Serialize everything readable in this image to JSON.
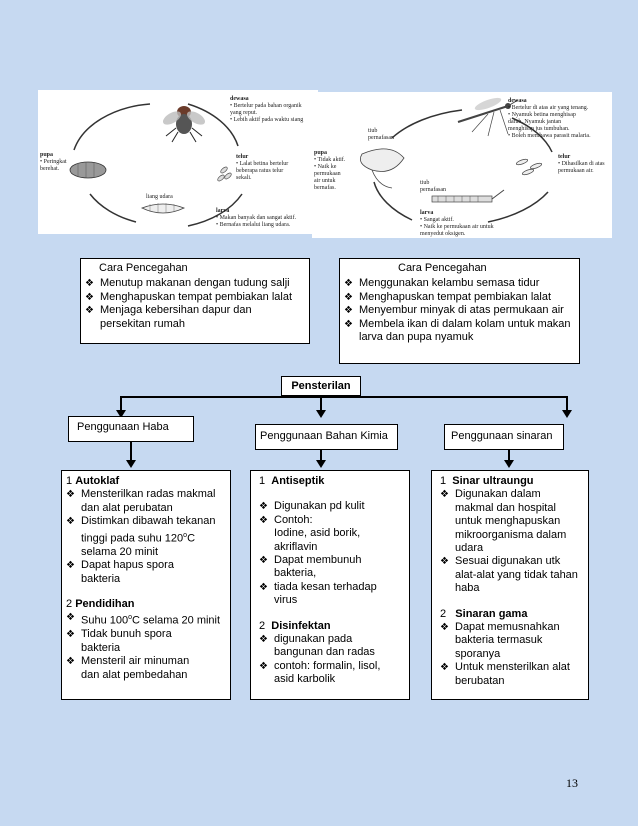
{
  "fly_cycle": {
    "dewasa_title": "dewasa",
    "dewasa_items": [
      "• Bertelur pada bahan organik",
      "  yang reput.",
      "• Lebih aktif pada waktu siang"
    ],
    "telur_title": "telur",
    "telur_items": [
      "• Lalat betina bertelur",
      "  beberapa ratus telur",
      "  sekali."
    ],
    "larva_title": "larva",
    "larva_items": [
      "• Makan banyak dan sangat aktif.",
      "• Bernafas melalui liang udara."
    ],
    "pupa_title": "pupa",
    "pupa_items": [
      "• Peringkat",
      "  berehat."
    ],
    "liang_label": "liang udara"
  },
  "mosquito_cycle": {
    "dewasa_title": "dewasa",
    "dewasa_items": [
      "• Bertelur di atas air yang tenang.",
      "• Nyamuk betina menghisap",
      "  darah. Nyamuk jantan",
      "  menghisap jus tumbuhan.",
      "• Boleh membawa parasit malaria."
    ],
    "telur_title": "telur",
    "telur_items": [
      "• Dihasilkan di atas",
      "  permukaan air."
    ],
    "larva_title": "larva",
    "larva_items": [
      "• Sangat aktif.",
      "• Naik ke permukaan air untuk",
      "  menyedut oksigen."
    ],
    "pupa_title": "pupa",
    "pupa_items": [
      "• Tidak aktif.",
      "• Naik ke",
      "  permukaan",
      "  air untuk",
      "  bernafas."
    ],
    "tiub_pupa": "tiub\npernafasan",
    "tiub_larva": "tiub\npernafasan"
  },
  "prevention_left": {
    "title": "Cara Pencegahan",
    "items": [
      "Menutup makanan dengan tudung salji",
      "Menghapuskan tempat pembiakan lalat",
      "Menjaga kebersihan dapur dan persekitan rumah"
    ]
  },
  "prevention_right": {
    "title": "Cara Pencegahan",
    "items": [
      "Menggunakan kelambu semasa tidur",
      "Menghapuskan tempat pembiakan lalat",
      "Menyembur minyak di atas permukaan air",
      "Membela ikan di dalam kolam untuk makan larva dan pupa nyamuk"
    ]
  },
  "sterilization": {
    "title": "Pensterilan",
    "methods": [
      "Penggunaan Haba",
      "Penggunaan Bahan Kimia",
      "Penggunaan sinaran"
    ]
  },
  "heat": {
    "s1_num": "1 ",
    "s1_title": "Autoklaf",
    "s1_items": [
      "Mensterilkan radas makmal dan alat perubatan",
      "Distimkan dibawah tekanan tinggi pada suhu 120",
      "Dapat hapus spora bakteria"
    ],
    "s1_sup": "o",
    "s1_tail": "C selama 20 minit",
    "s2_num": "2 ",
    "s2_title": "Pendidihan",
    "s2_items": [
      "Suhu 100",
      "Tidak bunuh spora bakteria",
      "Mensteril air minuman dan alat pembedahan"
    ],
    "s2_sup": "o",
    "s2_tail": "C selama 20 minit"
  },
  "chemical": {
    "s1_num": "1",
    "s1_title": "Antiseptik",
    "s1_items": [
      "Digunakan pd kulit",
      "Contoh:",
      "Dapat membunuh bakteria,",
      "tiada kesan terhadap virus"
    ],
    "s1_example": "Iodine, asid borik, akriflavin",
    "s2_num": "2",
    "s2_title": "Disinfektan",
    "s2_items": [
      "digunakan pada bangunan dan radas",
      "contoh: formalin, lisol, asid karbolik"
    ]
  },
  "radiation": {
    "s1_num": "1",
    "s1_title": "Sinar ultraungu",
    "s1_items": [
      "Digunakan dalam makmal dan hospital untuk menghapuskan mikroorganisma dalam udara",
      "Sesuai digunakan utk alat-alat yang tidak tahan haba"
    ],
    "s2_num": "2",
    "s2_title": "Sinaran gama",
    "s2_items": [
      "Dapat memusnahkan bakteria termasuk sporanya",
      "Untuk mensterilkan alat berubatan"
    ]
  },
  "page_number": "13"
}
